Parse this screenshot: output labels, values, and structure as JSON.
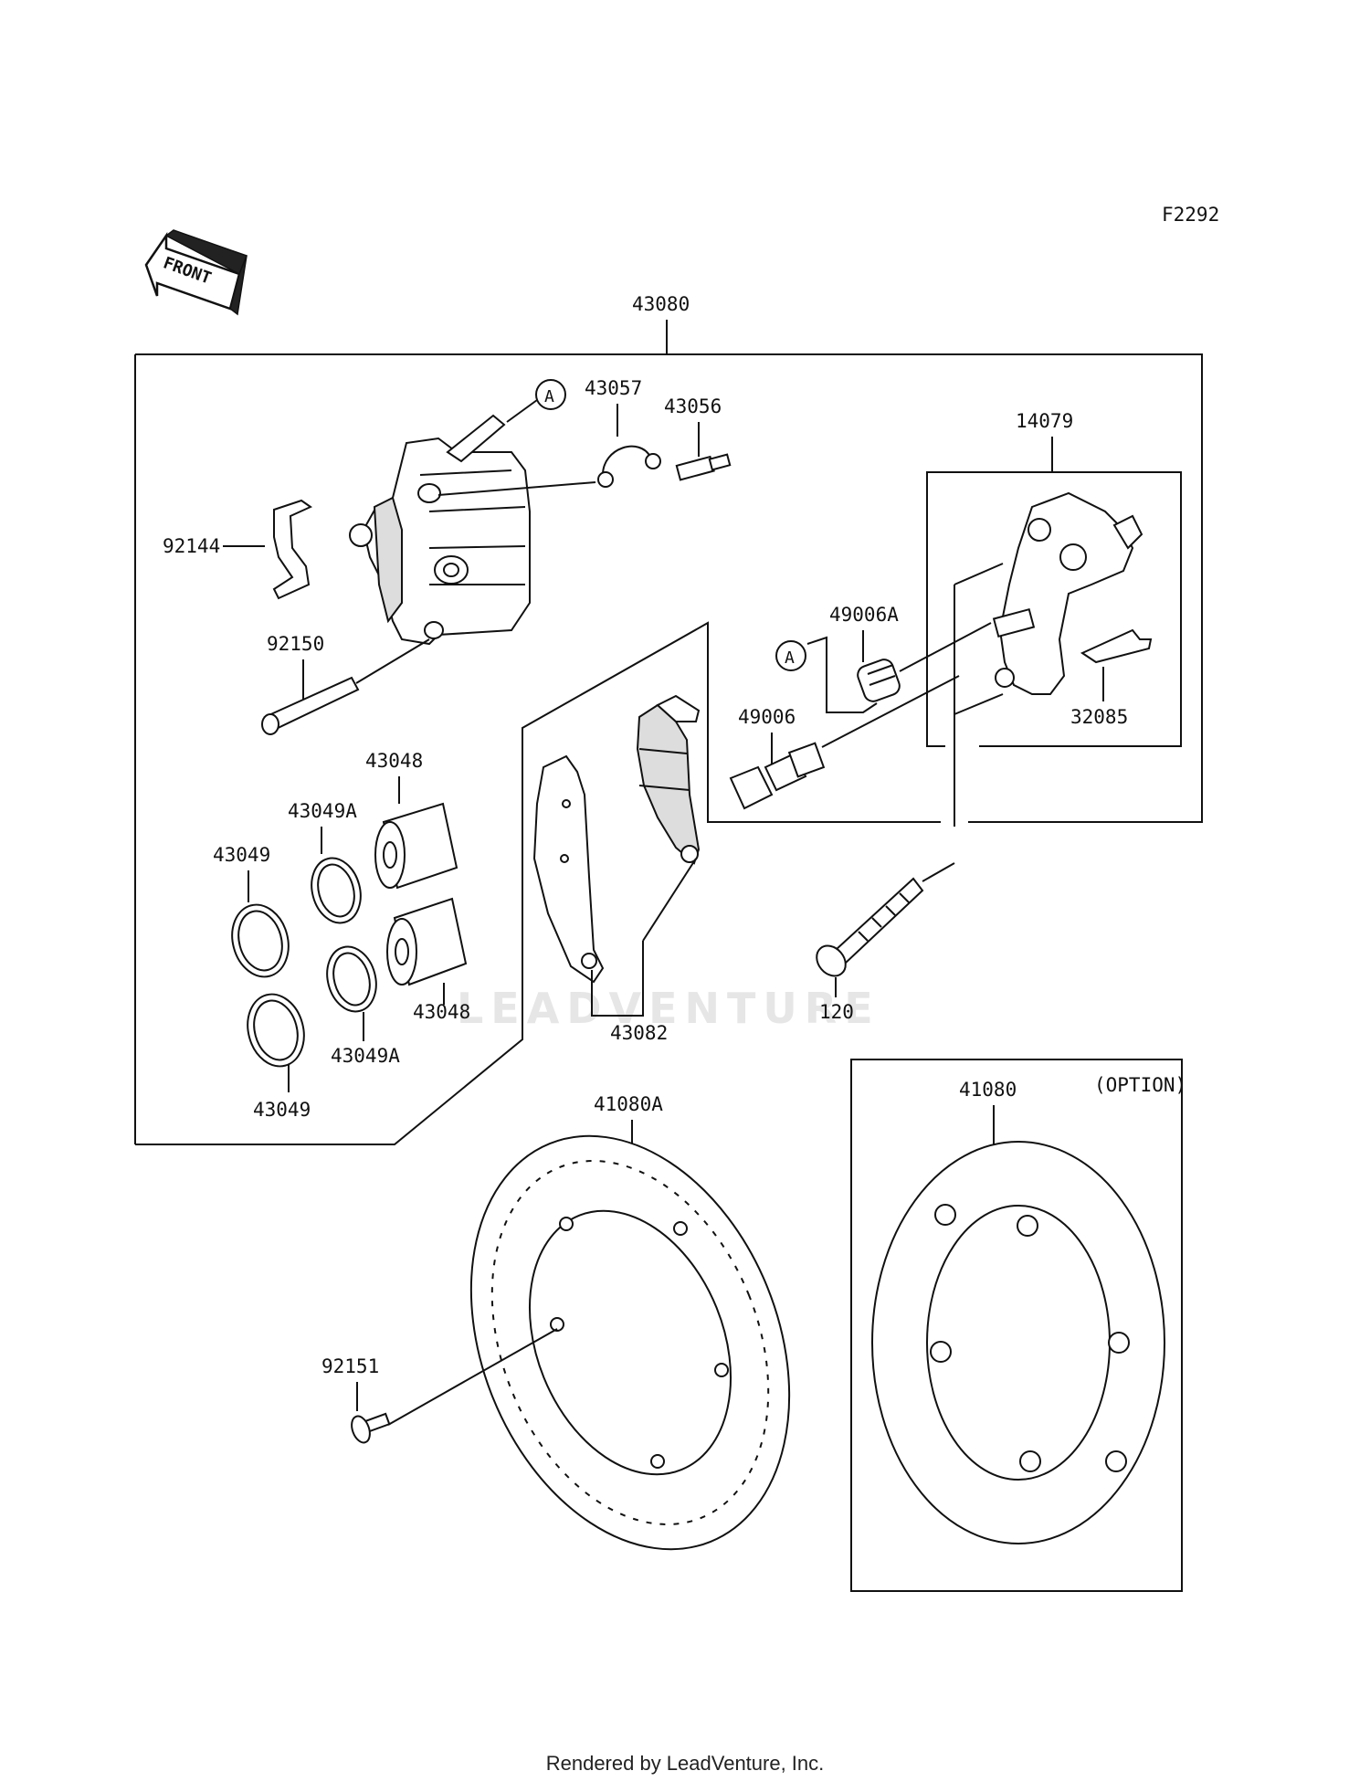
{
  "figure_code": "F2292",
  "front_label": "FRONT",
  "option_label": "(OPTION)",
  "ref_marker": "A",
  "watermark": "LEADVENTURE",
  "footer": "Rendered by LeadVenture, Inc.",
  "parts": {
    "p43080": "43080",
    "p43057": "43057",
    "p43056": "43056",
    "p14079": "14079",
    "p92144": "92144",
    "p92150": "92150",
    "p49006A": "49006A",
    "p49006": "49006",
    "p32085": "32085",
    "p43048_top": "43048",
    "p43048_bot": "43048",
    "p43049A_top": "43049A",
    "p43049A_bot": "43049A",
    "p43049_top": "43049",
    "p43049_bot": "43049",
    "p43082": "43082",
    "p120": "120",
    "p41080A": "41080A",
    "p41080": "41080",
    "p92151": "92151"
  }
}
